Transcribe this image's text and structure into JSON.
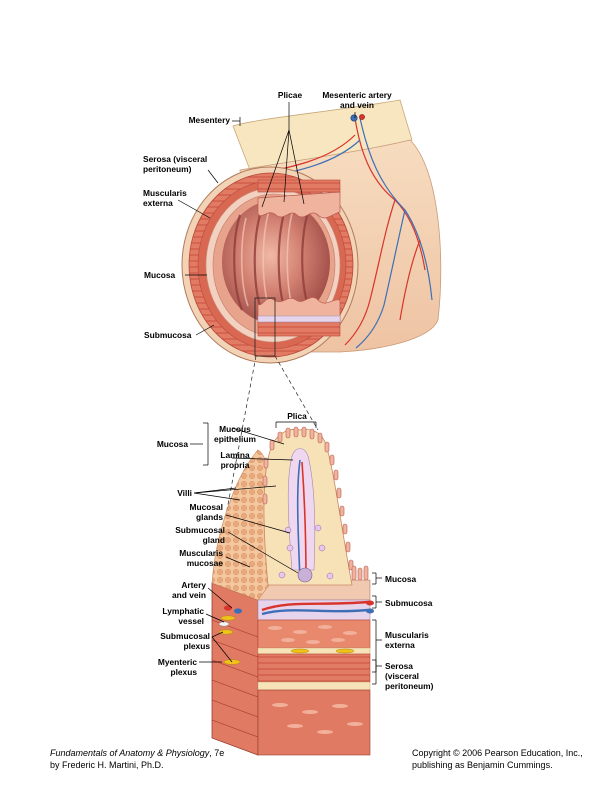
{
  "labels": {
    "plicae": "Plicae",
    "mesenteric_line1": "Mesenteric artery",
    "mesenteric_line2": "and vein",
    "mesentery": "Mesentery",
    "serosa_top_line1": "Serosa (visceral",
    "serosa_top_line2": "peritoneum)",
    "muscularis_top_line1": "Muscularis",
    "muscularis_top_line2": "externa",
    "mucosa_top": "Mucosa",
    "submucosa_top": "Submucosa",
    "plica": "Plica",
    "mucous_epith_line1": "Mucous",
    "mucous_epith_line2": "epithelium",
    "lamina_line1": "Lamina",
    "lamina_line2": "propria",
    "mucosa_left": "Mucosa",
    "villi": "Villi",
    "mucosal_glands_line1": "Mucosal",
    "mucosal_glands_line2": "glands",
    "submucosal_gland_line1": "Submucosal",
    "submucosal_gland_line2": "gland",
    "muscularis_mucosae_line1": "Muscularis",
    "muscularis_mucosae_line2": "mucosae",
    "artery_vein_line1": "Artery",
    "artery_vein_line2": "and vein",
    "lymphatic_line1": "Lymphatic",
    "lymphatic_line2": "vessel",
    "submucosal_plexus_line1": "Submucosal",
    "submucosal_plexus_line2": "plexus",
    "myenteric_line1": "Myenteric",
    "myenteric_line2": "plexus",
    "mucosa_right": "Mucosa",
    "submucosa_right": "Submucosa",
    "muscularis_right_line1": "Muscularis",
    "muscularis_right_line2": "externa",
    "serosa_right_line1": "Serosa",
    "serosa_right_line2": "(visceral",
    "serosa_right_line3": "peritoneum)"
  },
  "footer": {
    "book_title": "Fundamentals of Anatomy & Physiology",
    "edition": ", 7e",
    "author": "by Frederic H. Martini, Ph.D.",
    "copyright": "Copyright © 2006 Pearson Education, Inc.,",
    "publisher": "publishing as Benjamin Cummings."
  },
  "colors": {
    "tissue_light": "#f2d6b4",
    "tissue_pink": "#e8a38c",
    "muscle_red": "#d9604f",
    "mucosa_dark": "#b85a50",
    "artery": "#d9342b",
    "vein": "#3e6fb6",
    "nerve": "#f2c21c",
    "mesentery": "#f7e6c0"
  }
}
